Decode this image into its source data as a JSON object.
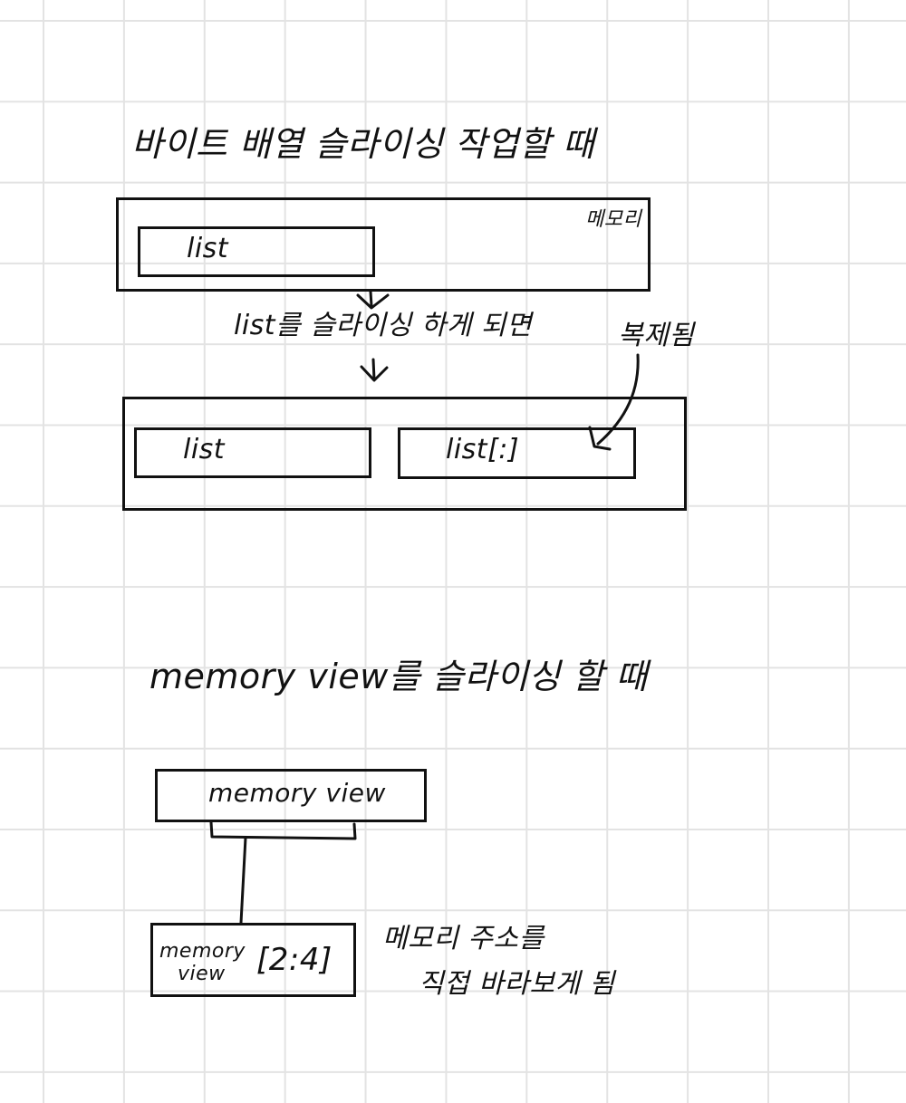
{
  "section1": {
    "title": "바이트 배열 슬라이싱 작업할 때",
    "memory_label": "메모리",
    "list_label": "list",
    "caption": "list를 슬라이싱 하게 되면",
    "copy_note": "복제됨",
    "result_list_label": "list",
    "result_slice_label": "list[:]"
  },
  "section2": {
    "title": "memory view를 슬라이싱 할 때",
    "view_label": "memory view",
    "slice_label_line1": "memory",
    "slice_label_line2": "view",
    "slice_index": "[2:4]",
    "note_line1": "메모리 주소를",
    "note_line2": "직접 바라보게 됨"
  }
}
